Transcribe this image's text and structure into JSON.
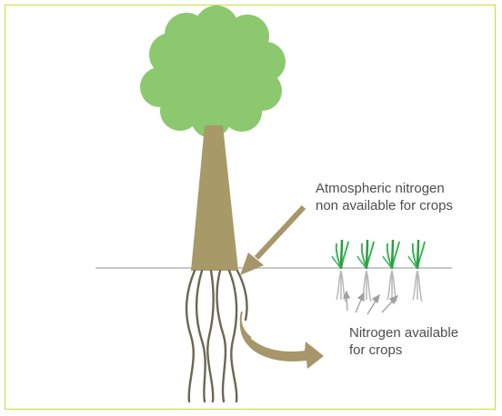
{
  "diagram": {
    "labels": {
      "atmospheric": {
        "line1": "Atmospheric nitrogen",
        "line2": "non available for crops"
      },
      "available": {
        "line1": "Nitrogen available",
        "line2": "for crops"
      }
    },
    "colors": {
      "frame": "#c9dc3c",
      "canopy": "#8cc86e",
      "trunk": "#a79968",
      "roots": "#6b6752",
      "arrow": "#a6966a",
      "ground": "#c8c8c8",
      "crop_leaf": "#3cb554",
      "crop_root": "#b8b8b8",
      "text": "#4d4d4d"
    },
    "icons": [
      "tree-icon",
      "crop-seedling-icon",
      "arrow-icon"
    ]
  }
}
